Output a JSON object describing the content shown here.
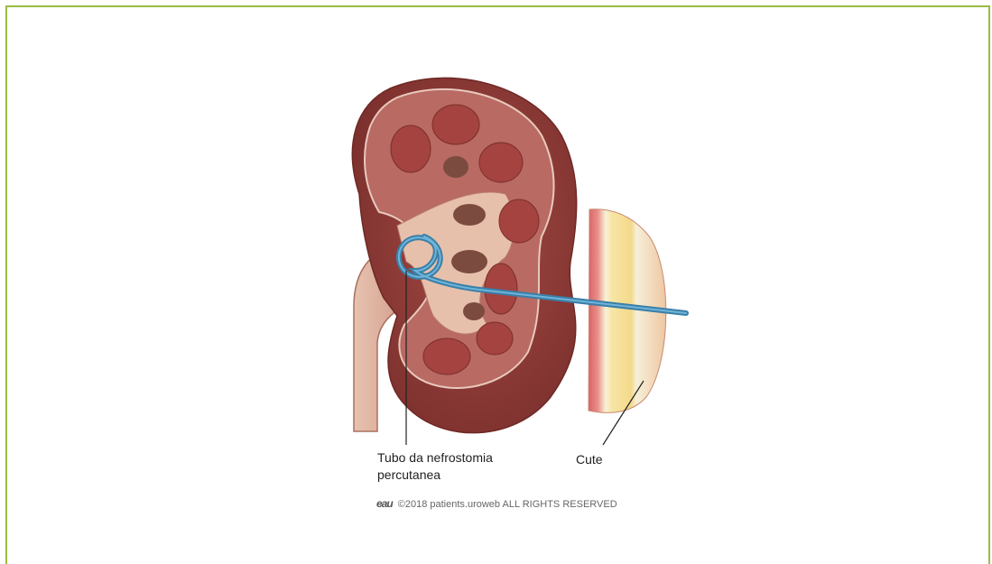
{
  "labels": {
    "tube_line1": "Tubo da nefrostomia",
    "tube_line2": "percutanea",
    "skin": "Cute"
  },
  "footer": {
    "logo": "eau",
    "copyright": "©2018 patients.uroweb ALL RIGHTS RESERVED"
  },
  "colors": {
    "frame": "#9bbb43",
    "kidney_outer": "#8d3b37",
    "kidney_inner": "#c7857c",
    "tube": "#4a90b8",
    "skin_fat": "#f6e3a0",
    "skin_dermis": "#efc9a0"
  }
}
